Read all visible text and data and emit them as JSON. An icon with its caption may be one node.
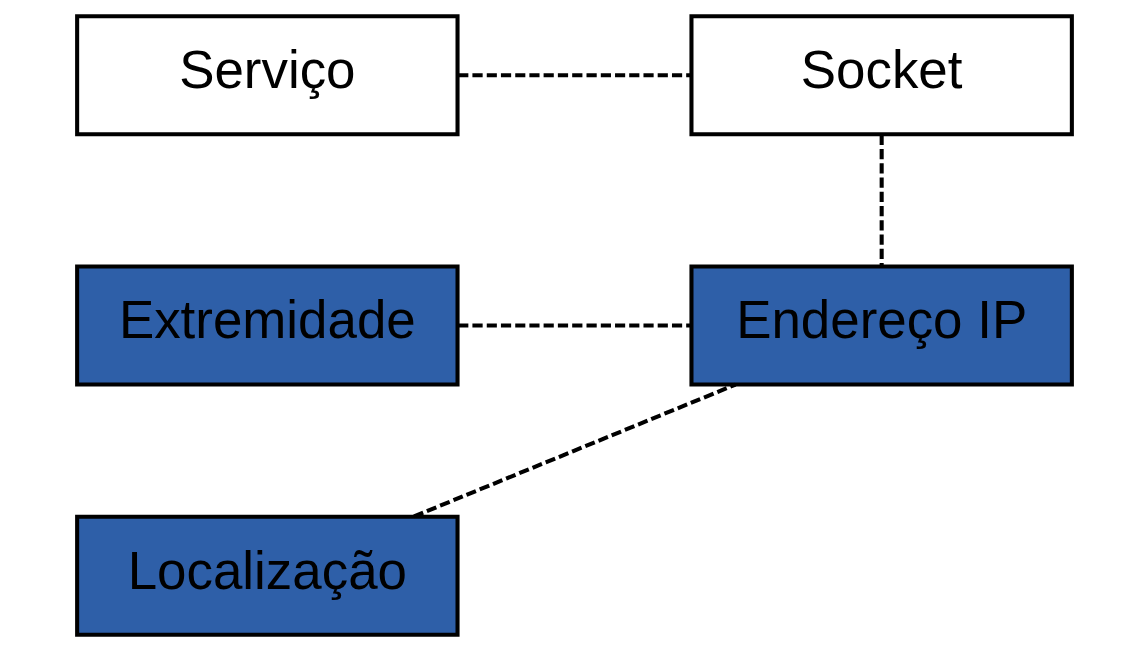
{
  "diagram": {
    "nodes": [
      {
        "text": [
          "Serviço"
        ]
      },
      {
        "text": [
          "Socket"
        ]
      },
      {
        "text": [
          "Extremidade"
        ]
      },
      {
        "text": [
          "Localização"
        ]
      },
      {
        "text": [
          "Endereço IP"
        ]
      }
    ],
    "edges": [
      {
        "from": 0,
        "to": 1,
        "arrow": "none",
        "style": "dashed"
      },
      {
        "from": 1,
        "to": 4,
        "arrow": "none",
        "style": "dashed"
      },
      {
        "from": 2,
        "to": 4,
        "arrow": "none",
        "style": "dashed"
      },
      {
        "from": 3,
        "to": 4,
        "arrow": "none",
        "style": "dashed"
      }
    ]
  }
}
